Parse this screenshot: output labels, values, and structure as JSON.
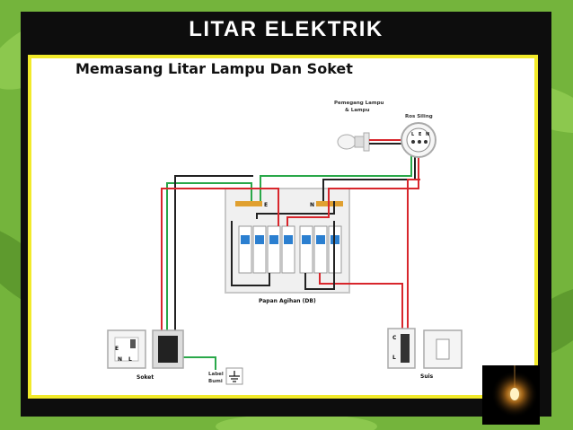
{
  "slide": {
    "title": "LITAR ELEKTRIK",
    "subtitle": "Memasang Litar Lampu Dan Soket"
  },
  "diagram": {
    "lamp_holder_label_1": "Pemegang Lampu",
    "lamp_holder_label_2": "& Lampu",
    "ceiling_rose_label": "Ros Siling",
    "ceiling_rose_terminals": [
      "L",
      "E",
      "N"
    ],
    "busbar_e": "E",
    "busbar_n": "N",
    "db_label": "Papan Agihan (DB)",
    "socket_label": "Soket",
    "socket_terminals": [
      "E",
      "N",
      "L"
    ],
    "earth_label_1": "Label",
    "earth_label_2": "Bumi",
    "switch_label": "Suis",
    "switch_terminals": [
      "C",
      "L"
    ]
  },
  "colors": {
    "live": "#d8262c",
    "neutral": "#222222",
    "earth": "#2aa84a",
    "frame": "#f2ea2a",
    "accent_breaker": "#2b7fd0"
  },
  "icons": {
    "lamp": "light-bulb-icon",
    "earth": "earth-symbol-icon",
    "photo": "hanging-bulb-photo"
  }
}
